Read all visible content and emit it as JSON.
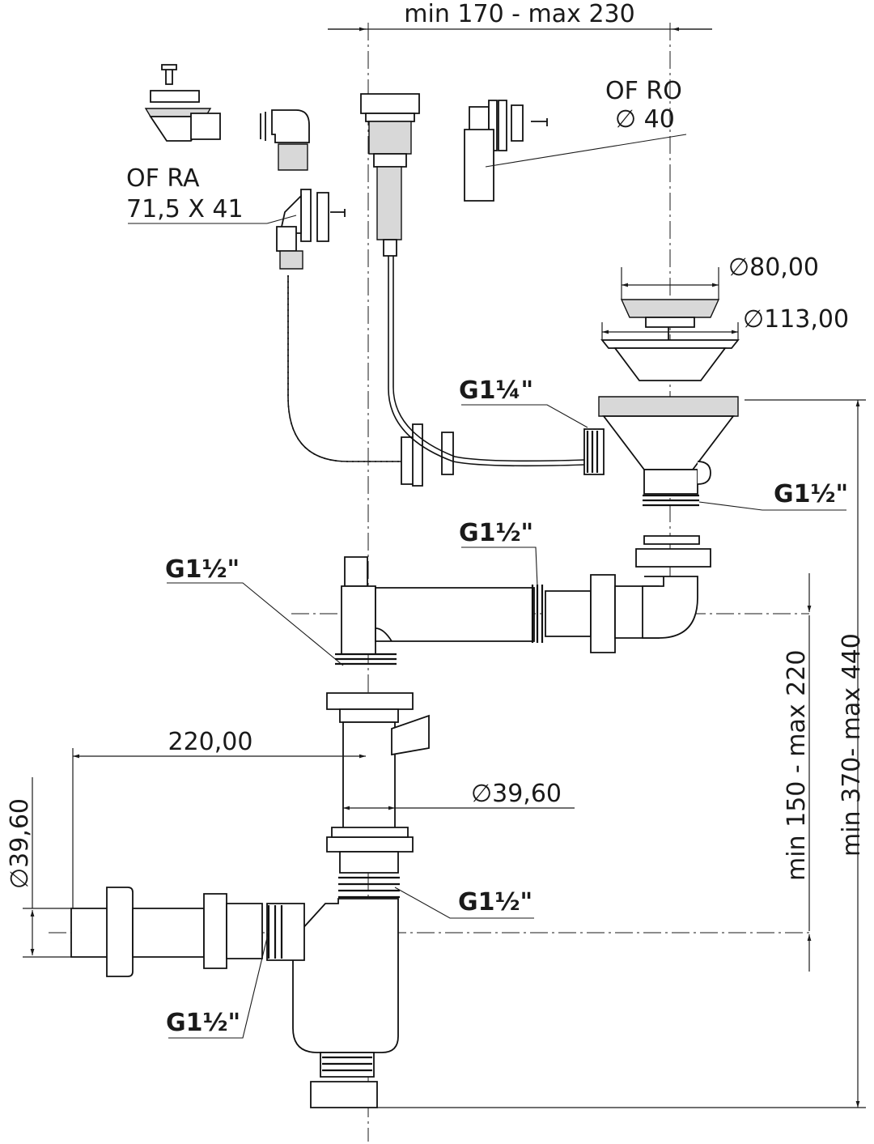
{
  "dimensions": {
    "overflow_spacing": "min 170 - max 230",
    "strainer_diameter": "∅80,00",
    "flange_diameter": "∅113,00",
    "branch_length": "220,00",
    "pipe_diameter": "∅39,60",
    "outlet_diameter": "∅39,60",
    "trap_height": "min 150 - max 220",
    "total_height": "min 370- max 440"
  },
  "parts": {
    "overflow_rect_line1": "OF RA",
    "overflow_rect_line2": "71,5 X 41",
    "overflow_round_line1": "OF RO",
    "overflow_round_line2": "∅ 40"
  },
  "threads": {
    "strainer_side_outlet": "G1¼\"",
    "strainer_outlet": "G1½\"",
    "tee_inlet": "G1½\"",
    "tee_left": "G1½\"",
    "trap_top": "G1½\"",
    "trap_side": "G1½\""
  }
}
